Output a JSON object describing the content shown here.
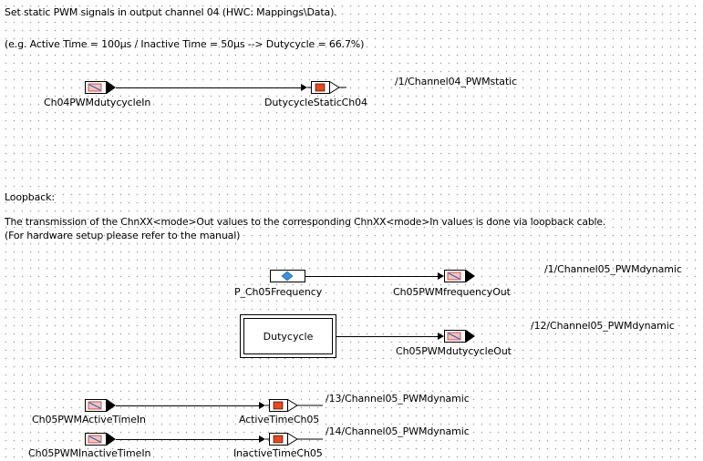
{
  "notes": {
    "line1": "Set static PWM signals in output channel 04 (HWC: Mappings\\Data).",
    "line2": "(e.g. Active Time = 100µs / Inactive Time = 50µs  --> Dutycycle = 66.7%)",
    "loopback_title": "Loopback:",
    "loopback_line1": "The transmission of the ChnXX<mode>Out values to the corresponding ChnXX<mode>In  values is done via loopback cable.",
    "loopback_line2": "(For hardware setup please refer to the manual)"
  },
  "blocks": {
    "ch04_in": "Ch04PWMdutycycleIn",
    "ch04_out": "DutycycleStaticCh04",
    "ch04_path": "/1/Channel04_PWMstatic",
    "freq_in": "P_Ch05Frequency",
    "freq_out": "Ch05PWMfrequencyOut",
    "freq_path": "/1/Channel05_PWMdynamic",
    "dutycycle_block": "Dutycycle",
    "duty_out": "Ch05PWMdutycycleOut",
    "duty_path": "/12/Channel05_PWMdynamic",
    "active_in": "Ch05PWMActiveTimeIn",
    "active_out": "ActiveTimeCh05",
    "active_path": "/13/Channel05_PWMdynamic",
    "inactive_in": "Ch05PWMInactiveTimeIn",
    "inactive_out": "InactiveTimeCh05",
    "inactive_path": "/14/Channel05_PWMdynamic"
  },
  "colors": {
    "canvas_bg": "#ffffff",
    "grid_dot": "#9a9a9a",
    "port_red": "#e8481c",
    "port_pink": "#f2c4c4",
    "port_blue": "#3d8ee0"
  },
  "icons": {
    "input_port": "in-port-icon",
    "output_port": "out-port-icon",
    "parameter_port": "param-port-icon"
  }
}
